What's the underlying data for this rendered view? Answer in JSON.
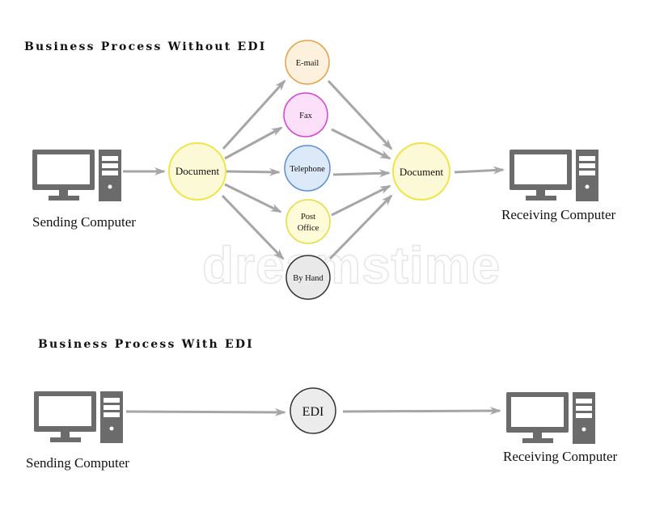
{
  "sections": {
    "without_title": "Business Process Without EDI",
    "with_title": "Business Process With EDI"
  },
  "without": {
    "sender_label": "Sending Computer",
    "receiver_label": "Receiving Computer",
    "document_left": "Document",
    "document_right": "Document",
    "channels": [
      {
        "line1": "E-mail",
        "line2": "",
        "fill": "#fdf0dc",
        "stroke": "#e8a046"
      },
      {
        "line1": "Fax",
        "line2": "",
        "fill": "#fce0fa",
        "stroke": "#d63fd0"
      },
      {
        "line1": "Telephone",
        "line2": "",
        "fill": "#dbe9f9",
        "stroke": "#5b8fd6"
      },
      {
        "line1": "Post",
        "line2": "Office",
        "fill": "#fdfbd8",
        "stroke": "#e6dc3c"
      },
      {
        "line1": "By Hand",
        "line2": "",
        "fill": "#e9e9e9",
        "stroke": "#333333"
      }
    ]
  },
  "with": {
    "sender_label": "Sending Computer",
    "receiver_label": "Receiving Computer",
    "edi_label": "EDI"
  },
  "watermark": "dreamstime",
  "colors": {
    "document_fill": "#fbf9d6",
    "document_stroke": "#f0e44a",
    "edi_fill": "#ececec",
    "edi_stroke": "#333333",
    "computer": "#6b6b6b",
    "arrow": "#a6a6a6"
  }
}
